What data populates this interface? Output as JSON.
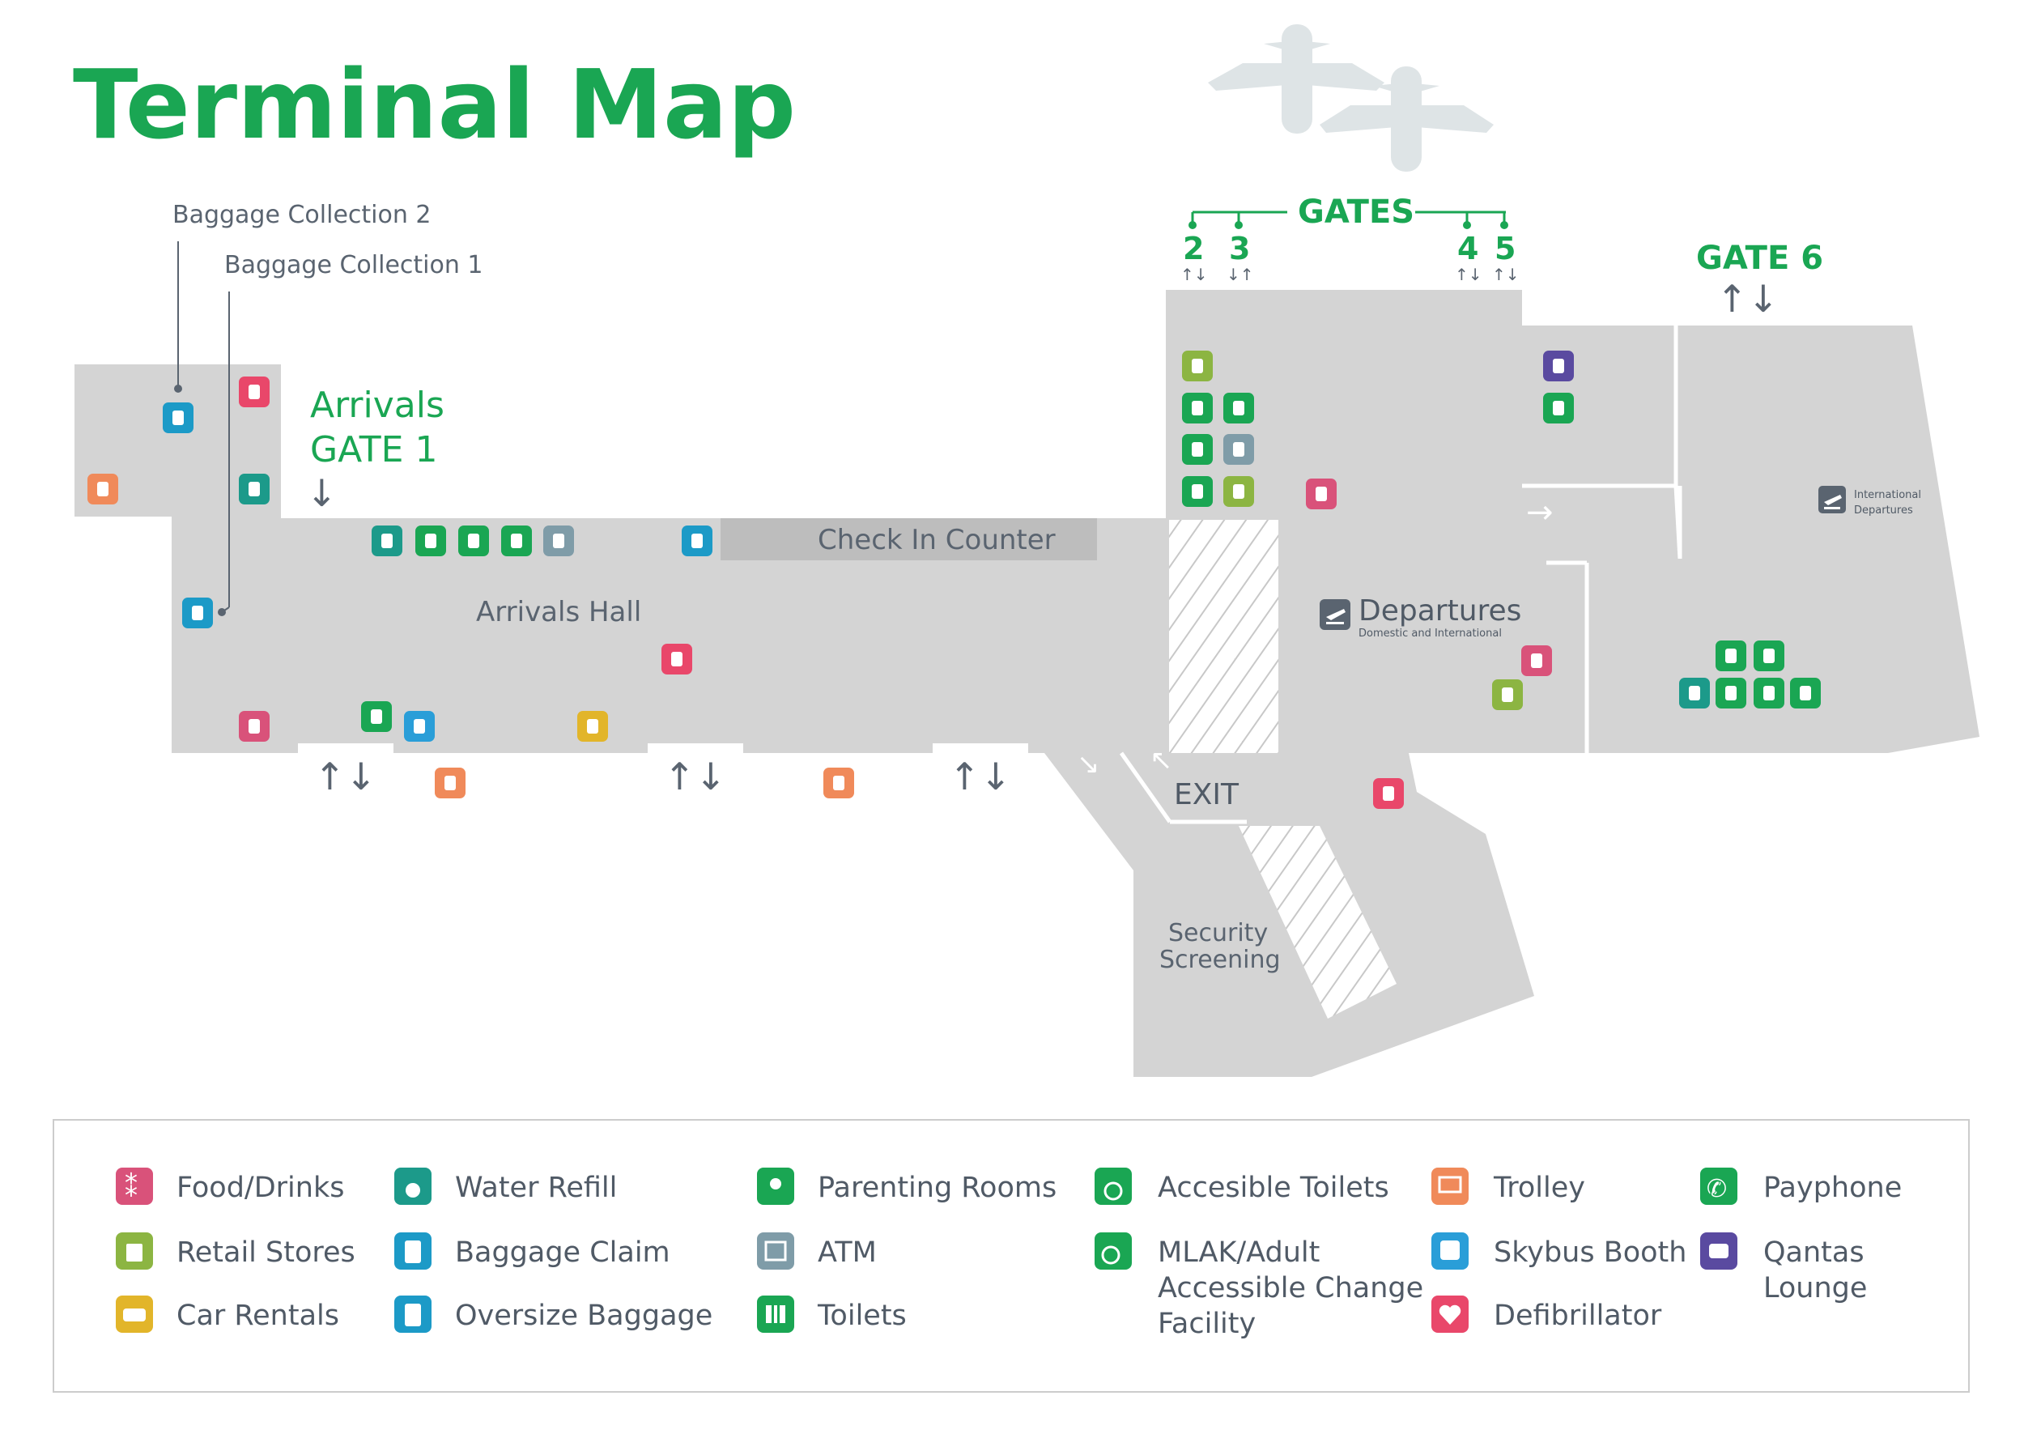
{
  "title": "Terminal Map",
  "labels": {
    "baggage_collection_2": "Baggage Collection 2",
    "baggage_collection_1": "Baggage Collection 1",
    "arrivals_line1": "Arrivals",
    "arrivals_line2": "GATE 1",
    "check_in_counter": "Check In Counter",
    "arrivals_hall": "Arrivals Hall",
    "gates": "GATES",
    "gate_2": "2",
    "gate_3": "3",
    "gate_4": "4",
    "gate_5": "5",
    "gate_6": "GATE 6",
    "departures": "Departures",
    "departures_sub": "Domestic and International",
    "international_departures_1": "International",
    "international_departures_2": "Departures",
    "exit": "EXIT",
    "security_1": "Security",
    "security_2": "Screening"
  },
  "legend": [
    {
      "icon": "fork-knife-icon",
      "label": "Food/Drinks",
      "color": "#d9527a"
    },
    {
      "icon": "shopping-bag-icon",
      "label": "Retail Stores",
      "color": "#8cb542"
    },
    {
      "icon": "taxi-icon",
      "label": "Car Rentals",
      "color": "#e2b52a"
    },
    {
      "icon": "water-drop-icon",
      "label": "Water Refill",
      "color": "#1c9a8a"
    },
    {
      "icon": "luggage-icon",
      "label": "Baggage Claim",
      "color": "#1c9ac7"
    },
    {
      "icon": "oversize-luggage-icon",
      "label": "Oversize Baggage",
      "color": "#1c9ac7"
    },
    {
      "icon": "parenting-icon",
      "label": "Parenting Rooms",
      "color": "#1aa653"
    },
    {
      "icon": "atm-icon",
      "label": "ATM",
      "color": "#7f9ca8"
    },
    {
      "icon": "toilets-icon",
      "label": "Toilets",
      "color": "#1aa653"
    },
    {
      "icon": "wheelchair-icon",
      "label": "Accesible Toilets",
      "color": "#1aa653"
    },
    {
      "icon": "mlak-icon",
      "label": "MLAK/Adult",
      "label2": "Accessible Change",
      "label3": "Facility",
      "color": "#1aa653"
    },
    {
      "icon": "trolley-icon",
      "label": "Trolley",
      "color": "#f08a5a"
    },
    {
      "icon": "bus-icon",
      "label": "Skybus Booth",
      "color": "#2a9ed8"
    },
    {
      "icon": "defibrillator-icon",
      "label": "Defibrillator",
      "color": "#e9476a"
    },
    {
      "icon": "phone-icon",
      "label": "Payphone",
      "color": "#1aa653"
    },
    {
      "icon": "qantas-lounge-icon",
      "label": "Qantas",
      "label2": "Lounge",
      "color": "#5a4aa0"
    }
  ]
}
